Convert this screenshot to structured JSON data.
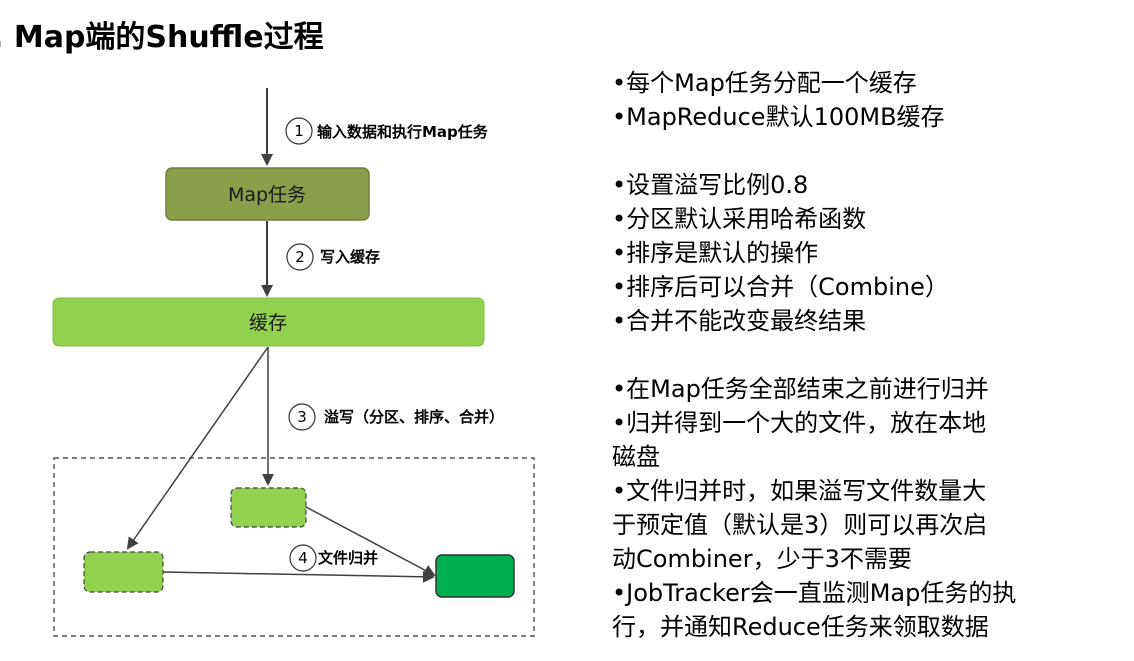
{
  "title": ". Map端的Shuffle过程",
  "boxes": {
    "map_task": "Map任务",
    "buffer": "缓存"
  },
  "steps": [
    {
      "num": "1",
      "label": "输入数据和执行Map任务"
    },
    {
      "num": "2",
      "label": "写入缓存"
    },
    {
      "num": "3",
      "label": "溢写（分区、排序、合并）"
    },
    {
      "num": "4",
      "label": "文件归并"
    }
  ],
  "colors": {
    "map_task_fill": "#8b9e4b",
    "buffer_fill": "#92d050",
    "spill_fill": "#92d050",
    "merged_fill": "#00b050",
    "arrow": "#404040"
  },
  "notes": {
    "group1": [
      "•每个Map任务分配一个缓存",
      "•MapReduce默认100MB缓存"
    ],
    "group2": [
      "•设置溢写比例0.8",
      "•分区默认采用哈希函数",
      "•排序是默认的操作",
      "•排序后可以合并（Combine）",
      "•合并不能改变最终结果"
    ],
    "group3": [
      "•在Map任务全部结束之前进行归并",
      "•归并得到一个大的文件，放在本地",
      "磁盘",
      "•文件归并时，如果溢写文件数量大",
      "于预定值（默认是3）则可以再次启",
      "动Combiner，少于3不需要",
      "•JobTracker会一直监测Map任务的执",
      "行，并通知Reduce任务来领取数据"
    ]
  }
}
